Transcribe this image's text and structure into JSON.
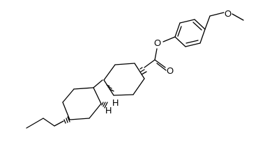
{
  "molecule": {
    "atom_labels": {
      "ether_oxygen": "O",
      "ester_oxygen": "O",
      "carbonyl_oxygen": "O",
      "stereo_h_upper": "H",
      "stereo_h_lower": "H"
    }
  }
}
